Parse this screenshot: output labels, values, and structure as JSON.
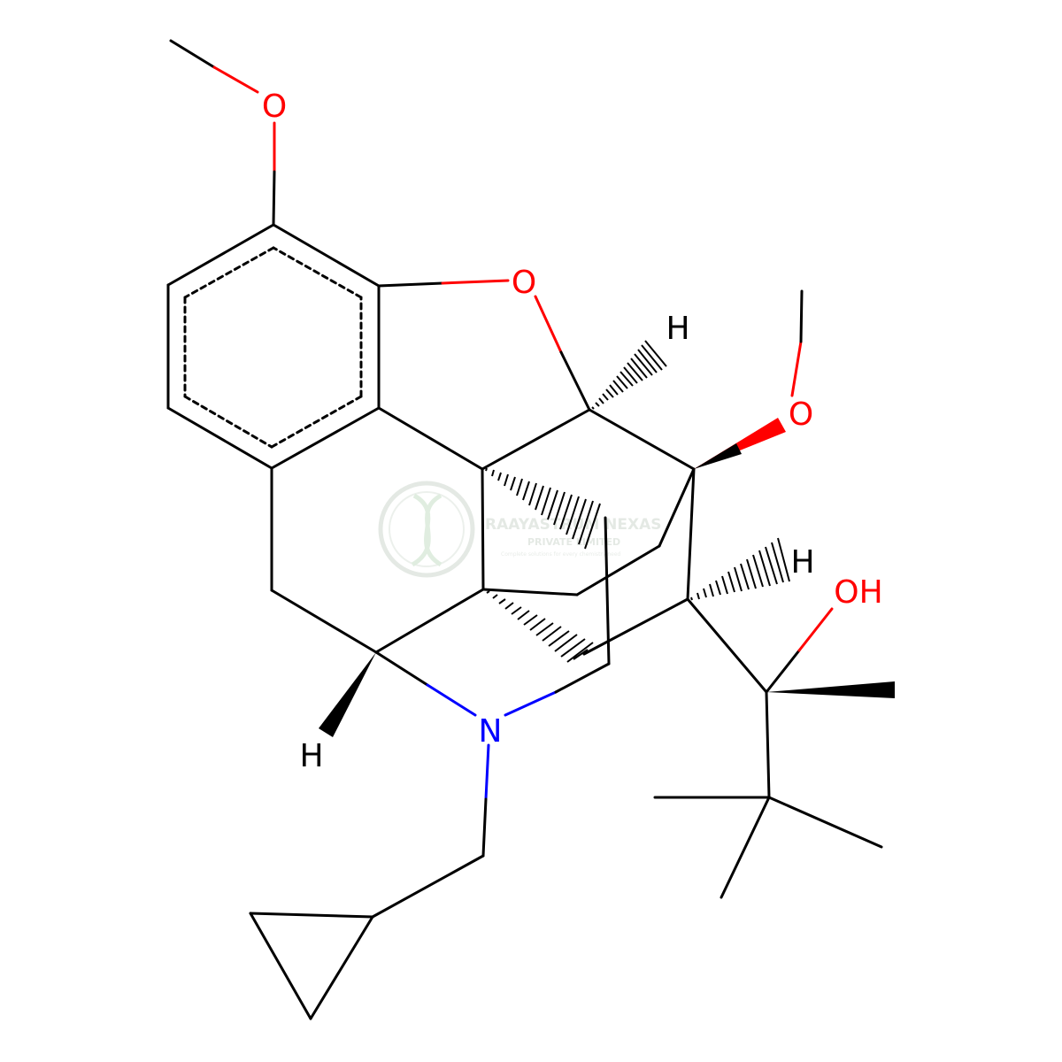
{
  "colors": {
    "bond": "#000000",
    "oxygen": "#ff0000",
    "nitrogen": "#0000ff",
    "hydrogen": "#000000",
    "watermark": "#cfd8cf"
  },
  "atoms": {
    "o_methoxy_top": "O",
    "o_furan": "O",
    "o_methoxy_right": "O",
    "oh": "OH",
    "n": "N",
    "h_upper": "H",
    "h_right": "H",
    "h_lower_left": "H"
  },
  "watermark": {
    "logo": "dna-logo",
    "title": "RAAYASTRUM NEXAS",
    "subtitle": "PRIVATE LIMITED",
    "tagline": "Complete solutions for every chemistry need"
  }
}
